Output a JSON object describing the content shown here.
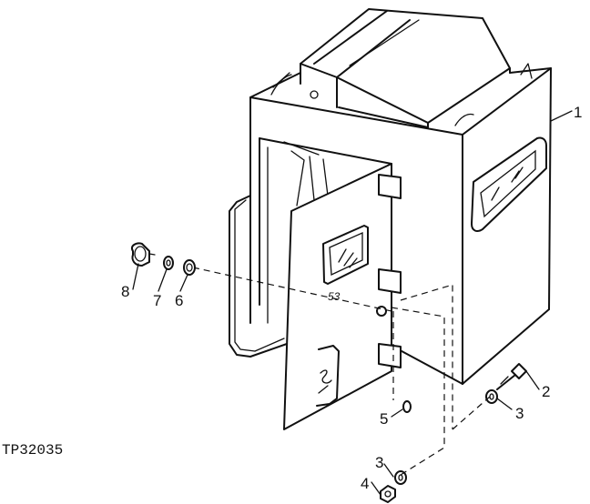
{
  "figure": {
    "id": "TP32035",
    "door_marking": "53",
    "callouts": [
      {
        "key": "c1",
        "label": "1"
      },
      {
        "key": "c2",
        "label": "2"
      },
      {
        "key": "c3a",
        "label": "3"
      },
      {
        "key": "c3b",
        "label": "3"
      },
      {
        "key": "c4",
        "label": "4"
      },
      {
        "key": "c5",
        "label": "5"
      },
      {
        "key": "c6",
        "label": "6"
      },
      {
        "key": "c7",
        "label": "7"
      },
      {
        "key": "c8",
        "label": "8"
      }
    ]
  }
}
